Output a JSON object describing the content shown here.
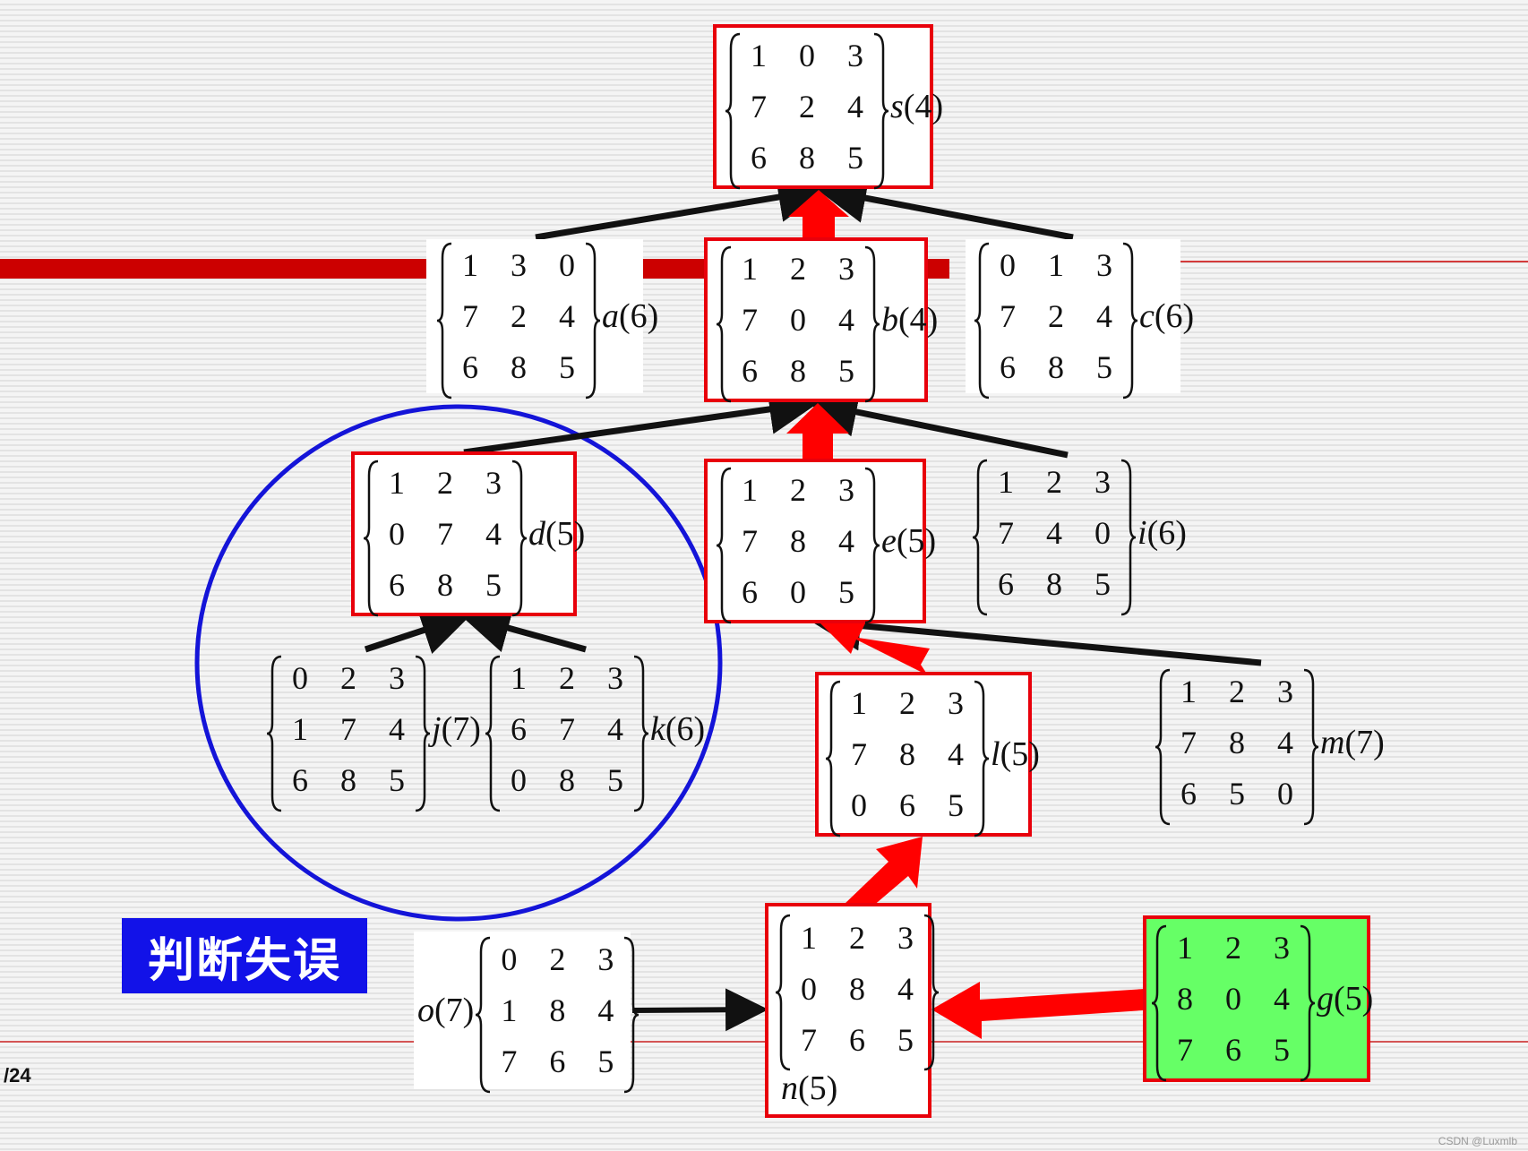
{
  "colors": {
    "highlight_box": "#e8000b",
    "goal_fill": "#66ff66",
    "pruned_circle": "#1414d8",
    "callout_bg": "#1212e8",
    "tree_edge": "#111111",
    "path_edge": "#ff0000"
  },
  "nodes": {
    "s": {
      "matrix": [
        [
          "1",
          "0",
          "3"
        ],
        [
          "7",
          "2",
          "4"
        ],
        [
          "6",
          "8",
          "5"
        ]
      ],
      "name": "s",
      "cost": "(4)"
    },
    "a": {
      "matrix": [
        [
          "1",
          "3",
          "0"
        ],
        [
          "7",
          "2",
          "4"
        ],
        [
          "6",
          "8",
          "5"
        ]
      ],
      "name": "a",
      "cost": "(6)"
    },
    "b": {
      "matrix": [
        [
          "1",
          "2",
          "3"
        ],
        [
          "7",
          "0",
          "4"
        ],
        [
          "6",
          "8",
          "5"
        ]
      ],
      "name": "b",
      "cost": "(4)"
    },
    "c": {
      "matrix": [
        [
          "0",
          "1",
          "3"
        ],
        [
          "7",
          "2",
          "4"
        ],
        [
          "6",
          "8",
          "5"
        ]
      ],
      "name": "c",
      "cost": "(6)"
    },
    "d": {
      "matrix": [
        [
          "1",
          "2",
          "3"
        ],
        [
          "0",
          "7",
          "4"
        ],
        [
          "6",
          "8",
          "5"
        ]
      ],
      "name": "d",
      "cost": "(5)"
    },
    "e": {
      "matrix": [
        [
          "1",
          "2",
          "3"
        ],
        [
          "7",
          "8",
          "4"
        ],
        [
          "6",
          "0",
          "5"
        ]
      ],
      "name": "e",
      "cost": "(5)"
    },
    "i": {
      "matrix": [
        [
          "1",
          "2",
          "3"
        ],
        [
          "7",
          "4",
          "0"
        ],
        [
          "6",
          "8",
          "5"
        ]
      ],
      "name": "i",
      "cost": "(6)"
    },
    "j": {
      "matrix": [
        [
          "0",
          "2",
          "3"
        ],
        [
          "1",
          "7",
          "4"
        ],
        [
          "6",
          "8",
          "5"
        ]
      ],
      "name": "j",
      "cost": "(7)"
    },
    "k": {
      "matrix": [
        [
          "1",
          "2",
          "3"
        ],
        [
          "6",
          "7",
          "4"
        ],
        [
          "0",
          "8",
          "5"
        ]
      ],
      "name": "k",
      "cost": "(6)"
    },
    "l": {
      "matrix": [
        [
          "1",
          "2",
          "3"
        ],
        [
          "7",
          "8",
          "4"
        ],
        [
          "0",
          "6",
          "5"
        ]
      ],
      "name": "l",
      "cost": "(5)"
    },
    "m": {
      "matrix": [
        [
          "1",
          "2",
          "3"
        ],
        [
          "7",
          "8",
          "4"
        ],
        [
          "6",
          "5",
          "0"
        ]
      ],
      "name": "m",
      "cost": "(7)"
    },
    "o": {
      "matrix": [
        [
          "0",
          "2",
          "3"
        ],
        [
          "1",
          "8",
          "4"
        ],
        [
          "7",
          "6",
          "5"
        ]
      ],
      "name": "o",
      "cost": "(7)"
    },
    "n": {
      "matrix": [
        [
          "1",
          "2",
          "3"
        ],
        [
          "0",
          "8",
          "4"
        ],
        [
          "7",
          "6",
          "5"
        ]
      ],
      "name": "n",
      "cost": "(5)"
    },
    "g": {
      "matrix": [
        [
          "1",
          "2",
          "3"
        ],
        [
          "8",
          "0",
          "4"
        ],
        [
          "7",
          "6",
          "5"
        ]
      ],
      "name": "g",
      "cost": "(5)"
    }
  },
  "callout": "判断失误",
  "page_number": "/24",
  "watermark": "CSDN @Luxmlb"
}
